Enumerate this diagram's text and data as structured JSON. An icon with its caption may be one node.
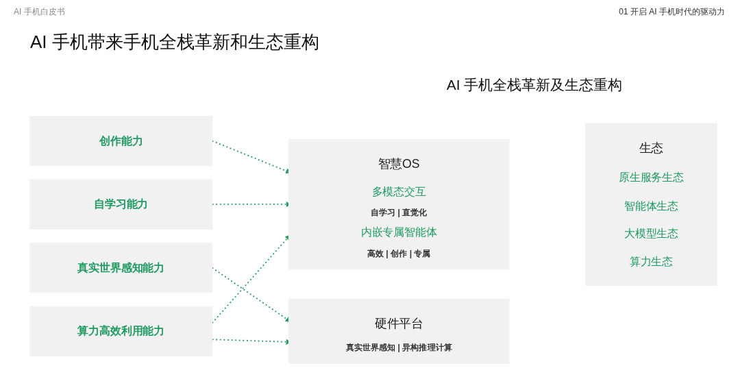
{
  "diagram": {
    "title": "AI 手机带来手机全栈革新和生态重构",
    "nodes": [
      {
        "text": [
          "创作能力"
        ]
      },
      {
        "text": [
          "自学习能力"
        ]
      },
      {
        "text": [
          "真实世界感知能力"
        ]
      },
      {
        "text": [
          "算力高效利用能力"
        ]
      },
      {
        "text": [
          "智慧OS",
          "多模态交互",
          "自学习 | 直觉化",
          "内嵌专属智能体",
          "高效 | 创作 | 专属"
        ]
      },
      {
        "text": [
          "硬件平台",
          "真实世界感知 | 异构推理计算"
        ]
      },
      {
        "text": [
          "生态",
          "原生服务生态",
          "智能体生态",
          "大模型生态",
          "算力生态"
        ]
      }
    ],
    "edges": [
      {
        "from": 0,
        "to": 4,
        "arrow": "to",
        "style": "dashed"
      },
      {
        "from": 1,
        "to": 4,
        "arrow": "to",
        "style": "dashed"
      },
      {
        "from": 3,
        "to": 4,
        "arrow": "to",
        "style": "dashed"
      },
      {
        "from": 2,
        "to": 5,
        "arrow": "to",
        "style": "dashed"
      },
      {
        "from": 3,
        "to": 5,
        "arrow": "to",
        "style": "dashed"
      }
    ],
    "labels": [
      "AI 手机白皮书",
      "01 开启 AI 手机时代的驱动力",
      "AI 手机全栈革新及生态重构"
    ]
  }
}
